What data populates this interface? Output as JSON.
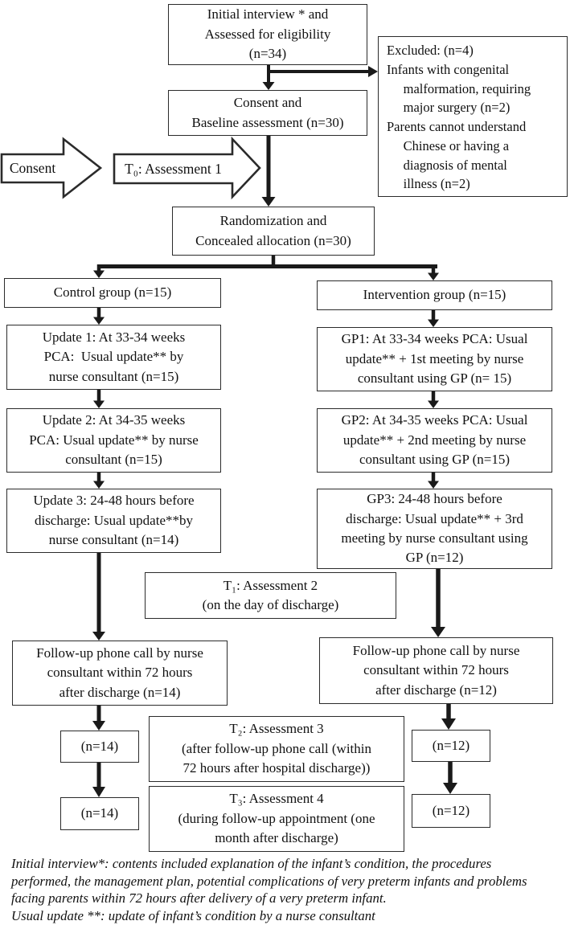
{
  "flow": {
    "boxes": {
      "initial": "Initial interview * and\nAssessed for eligibility\n(n=34)",
      "excluded": "Excluded: (n=4)\nInfants with congenital\n     malformation, requiring\n     major surgery (n=2)\nParents cannot understand\n     Chinese or having a\n     diagnosis of mental\n     illness (n=2)",
      "consent_baseline": "Consent and\nBaseline assessment (n=30)",
      "randomization": "Randomization and\nConcealed allocation (n=30)",
      "control_group": "Control group (n=15)",
      "intervention_group": "Intervention group (n=15)",
      "update1": "Update 1: At 33-34 weeks\nPCA:  Usual update** by\nnurse consultant (n=15)",
      "gp1": "GP1: At 33-34 weeks PCA: Usual\nupdate** + 1st meeting by nurse\nconsultant using GP (n= 15)",
      "update2": "Update 2: At 34-35 weeks\nPCA: Usual update** by nurse\nconsultant (n=15)",
      "gp2": "GP2: At 34-35 weeks PCA: Usual\nupdate** + 2nd meeting by nurse\nconsultant using GP (n=15)",
      "update3": "Update 3: 24-48 hours before\ndischarge: Usual update**by\nnurse consultant (n=14)",
      "gp3": "GP3: 24-48 hours before\ndischarge: Usual update** + 3rd\nmeeting by nurse consultant using\nGP (n=12)",
      "t1": "T₁: Assessment 2\n(on the day of discharge)",
      "followup_control": "Follow-up phone call by nurse\nconsultant within 72 hours\nafter discharge (n=14)",
      "followup_intervention": "Follow-up phone call by nurse\nconsultant within 72 hours\nafter discharge (n=12)",
      "n14_after_call": "(n=14)",
      "t2": "T₂: Assessment 3\n(after follow-up phone call (within\n72 hours after hospital discharge))",
      "n12_after_call": "(n=12)",
      "n14_final": "(n=14)",
      "t3": "T₃: Assessment 4\n(during follow-up appointment (one\nmonth after discharge)",
      "n12_final": "(n=12)"
    },
    "block_arrows": {
      "consent": "Consent",
      "t0": "T₀: Assessment 1"
    },
    "footnote": "Initial interview*: contents included explanation of the infant’s condition, the procedures\nperformed, the management plan, potential complications of very preterm infants and problems\nfacing parents within 72 hours after delivery of a very preterm infant.\nUsual update **: update of infant’s condition by a nurse consultant",
    "colors": {
      "line": "#1a1a1a",
      "border": "#2b2b2b",
      "background": "#ffffff"
    }
  }
}
